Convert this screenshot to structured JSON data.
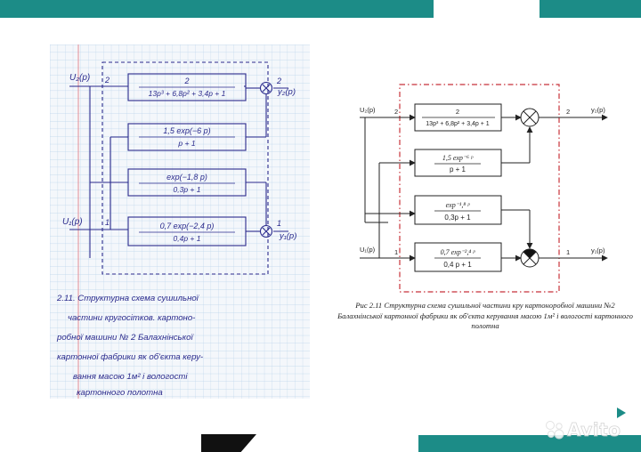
{
  "diagram": {
    "inputs": {
      "u2": "U₂(p)",
      "u1": "U₁(p)"
    },
    "outputs": {
      "y2": "y₂(p)",
      "y1": "y₁(p)"
    },
    "port_labels": {
      "in_u2": "2",
      "in_u1": "1",
      "out_y2": "2",
      "out_y1": "1"
    },
    "blocks": {
      "b1": {
        "num": "2",
        "den": "13p³ + 6,8p² + 3,4p + 1"
      },
      "b2": {
        "num": "1,5 exp⁻⁶ ᵖ",
        "den": "p + 1"
      },
      "b3": {
        "num": "exp⁻¹,⁸ ᵖ",
        "den": "0,3p + 1"
      },
      "b4": {
        "num": "0,7 exp⁻²,⁴ ᵖ",
        "den": "0,4 p + 1"
      }
    }
  },
  "caption": "Рис 2.11 Структурна схема сушильної частини кру картоноробної машини №2 Балахнінської картонної фабрики як об'єкта керування масою 1м² і вологості картонного полотна",
  "handwritten": {
    "inputs": {
      "u2": "U₂(p)",
      "u1": "U₁(p)"
    },
    "outputs": {
      "y2": "y₂(p)",
      "y1": "y₁(p)"
    },
    "port_labels": {
      "in_u2": "2",
      "in_u1": "1",
      "out_y2": "2",
      "out_y1": "1"
    },
    "blocks": {
      "b1": {
        "num": "2",
        "den": "13p³ + 6,8p² + 3,4p + 1"
      },
      "b2": {
        "num": "1,5 exp(−6 p)",
        "den": "p + 1"
      },
      "b3": {
        "num": "exp(−1,8 p)",
        "den": "0,3p + 1"
      },
      "b4": {
        "num": "0,7 exp(−2,4 p)",
        "den": "0,4p + 1"
      }
    },
    "caption_lines": [
      "2.11. Структурна схема сушильної",
      "частини кругосітков. картоно-",
      "робної машини № 2 Балахнінської",
      "картонної фабрики як об'єкта керу-",
      "вання масою 1м² і вологості",
      "картонного полотна"
    ]
  },
  "watermark": {
    "brand": "Avito"
  },
  "colors": {
    "teal": "#1c8c87",
    "dashed_border": "#c8323a",
    "ink": "#2a2a8c",
    "grid": "#b9d3ea"
  }
}
